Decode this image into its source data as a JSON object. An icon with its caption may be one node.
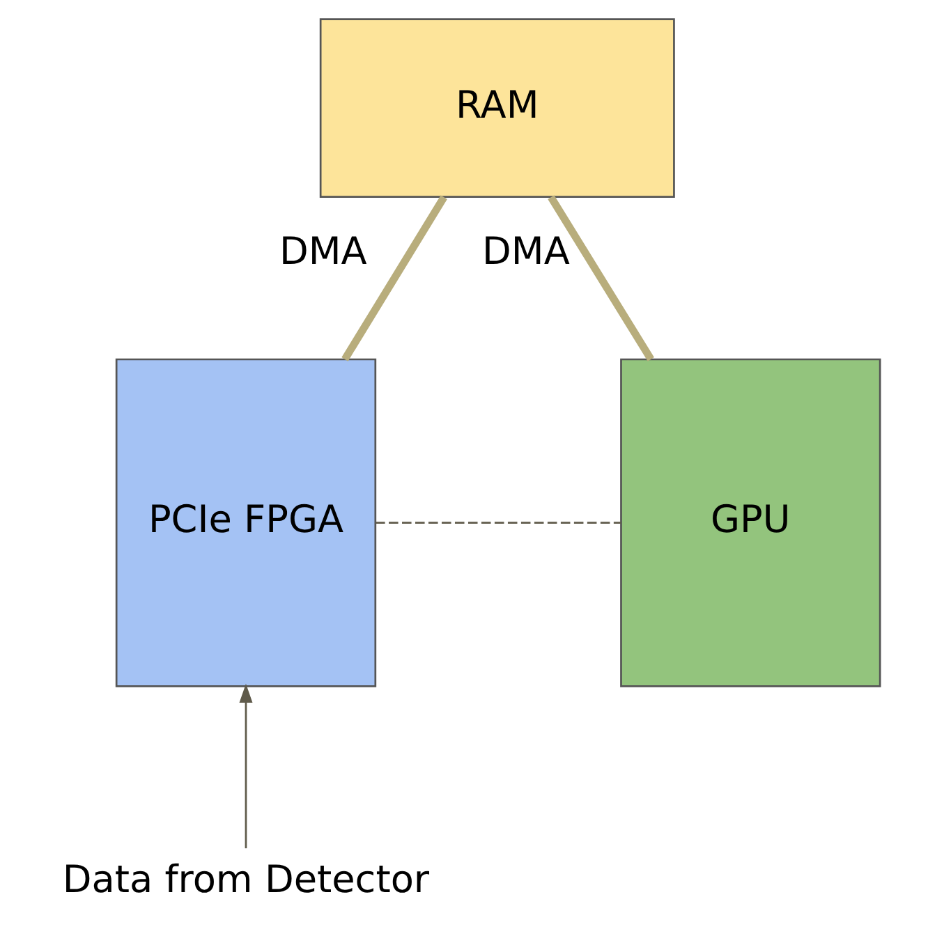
{
  "diagram": {
    "nodes": [
      {
        "text": [
          "RAM"
        ]
      },
      {
        "text": [
          "PCIe FPGA"
        ]
      },
      {
        "text": [
          "GPU"
        ]
      },
      {
        "text": [
          "Data from Detector"
        ]
      }
    ],
    "edges": [
      {
        "from": 0,
        "to": 1,
        "arrow": "none",
        "label": "DMA",
        "style": "thick",
        "color": "#b8ad7c"
      },
      {
        "from": 0,
        "to": 2,
        "arrow": "none",
        "label": "DMA",
        "style": "thick",
        "color": "#b8ad7c"
      },
      {
        "from": 1,
        "to": 2,
        "arrow": "none",
        "style": "dashed"
      },
      {
        "from": 3,
        "to": 1,
        "arrow": "to"
      }
    ]
  }
}
